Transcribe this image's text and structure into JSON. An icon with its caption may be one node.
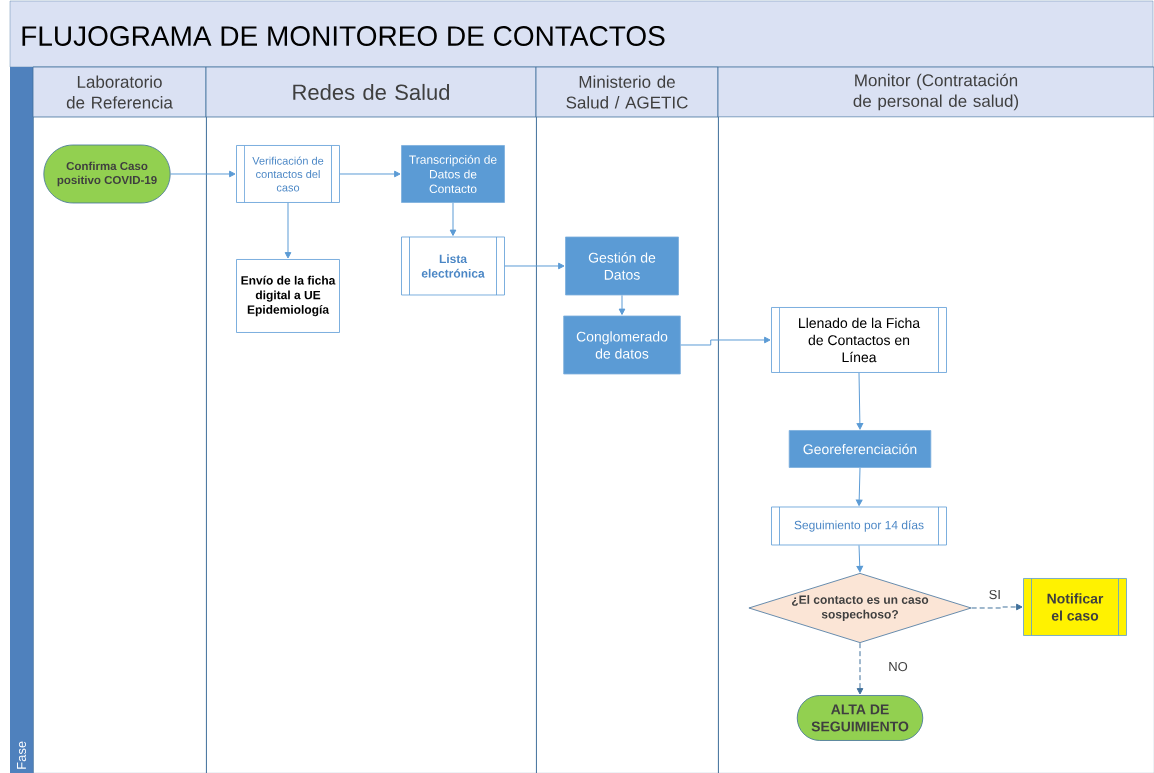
{
  "diagram": {
    "title": "FLUJOGRAMA DE MONITOREO DE CONTACTOS",
    "nodes": [
      {
        "text": [
          "Laboratorio de Referencia"
        ]
      },
      {
        "text": [
          "Redes de Salud"
        ]
      },
      {
        "text": [
          "Ministerio de Salud / AGETIC"
        ]
      },
      {
        "text": [
          "Monitor (Contratación de personal de salud)"
        ]
      },
      {
        "text": [
          "Confirma Caso positivo COVID-19"
        ],
        "in": 0
      },
      {
        "text": [
          "Verificación de contactos del caso"
        ],
        "in": 1
      },
      {
        "text": [
          "Transcripción de Datos de Contacto"
        ],
        "in": 1
      },
      {
        "text": [
          "Envío de la ficha digital a UE Epidemiología"
        ],
        "in": 1
      },
      {
        "text": [
          "Lista electrónica"
        ],
        "in": 1
      },
      {
        "text": [
          "Gestión de Datos"
        ],
        "in": 2
      },
      {
        "text": [
          "Conglomerado de datos"
        ],
        "in": 2
      },
      {
        "text": [
          "Llenado de la Ficha de Contactos en Línea"
        ],
        "in": 3
      },
      {
        "text": [
          "Georeferenciación"
        ],
        "in": 3
      },
      {
        "text": [
          "Seguimiento por 14 días"
        ],
        "in": 3
      },
      {
        "text": [
          "¿El contacto es un caso sospechoso?"
        ],
        "in": 3
      },
      {
        "text": [
          "Notificar el caso"
        ],
        "in": 3
      },
      {
        "text": [
          "ALTA DE SEGUIMIENTO"
        ],
        "in": 3
      }
    ],
    "edges": [
      {
        "from": 4,
        "to": 5,
        "arrow": "to"
      },
      {
        "from": 5,
        "to": 6,
        "arrow": "to"
      },
      {
        "from": 5,
        "to": 7,
        "arrow": "to"
      },
      {
        "from": 6,
        "to": 8,
        "arrow": "to"
      },
      {
        "from": 8,
        "to": 9,
        "arrow": "to"
      },
      {
        "from": 9,
        "to": 10,
        "arrow": "to"
      },
      {
        "from": 10,
        "to": 11,
        "arrow": "to"
      },
      {
        "from": 11,
        "to": 12,
        "arrow": "to"
      },
      {
        "from": 12,
        "to": 13,
        "arrow": "to"
      },
      {
        "from": 13,
        "to": 14,
        "arrow": "to"
      },
      {
        "from": 14,
        "to": 15,
        "arrow": "to",
        "label": "SI",
        "style": "dashed",
        "color": "#41719c"
      },
      {
        "from": 14,
        "to": 16,
        "arrow": "to",
        "label": "NO",
        "style": "dashed",
        "color": "#41719c"
      }
    ],
    "labels": [
      "Fase"
    ]
  }
}
